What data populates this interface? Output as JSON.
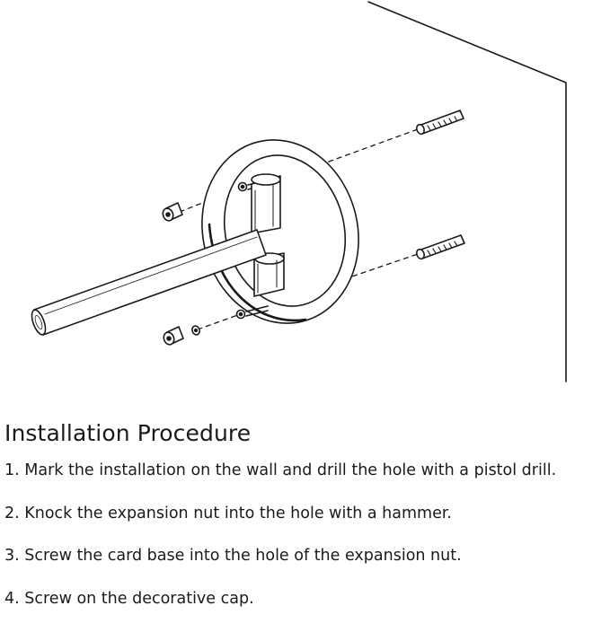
{
  "heading": "Installation Procedure",
  "steps": [
    "1. Mark the installation on the wall and drill the hole with a pistol drill.",
    "2. Knock the expansion nut into the hole with a hammer.",
    "3. Screw the card base into the hole of the expansion nut.",
    "4. Screw on the decorative cap."
  ],
  "colors": {
    "ink": "#1a1a1a",
    "background": "#ffffff"
  }
}
